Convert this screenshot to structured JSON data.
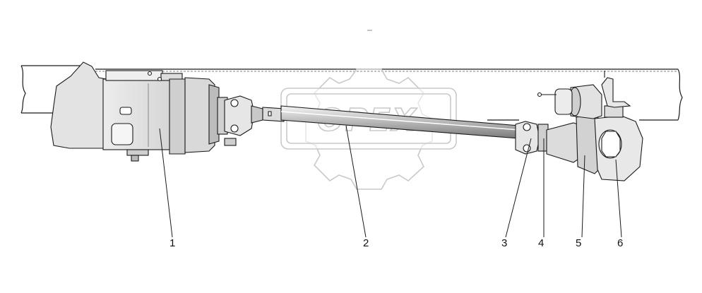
{
  "diagram": {
    "watermark": "OPEX",
    "callouts": [
      {
        "id": "callout-1",
        "label": "1"
      },
      {
        "id": "callout-2",
        "label": "2"
      },
      {
        "id": "callout-3",
        "label": "3"
      },
      {
        "id": "callout-4",
        "label": "4"
      },
      {
        "id": "callout-5",
        "label": "5"
      },
      {
        "id": "callout-6",
        "label": "6"
      }
    ]
  },
  "colors": {
    "line": "#1a1a1a",
    "shade": "#9a9a9a",
    "watermark": "#c9c9c9"
  }
}
